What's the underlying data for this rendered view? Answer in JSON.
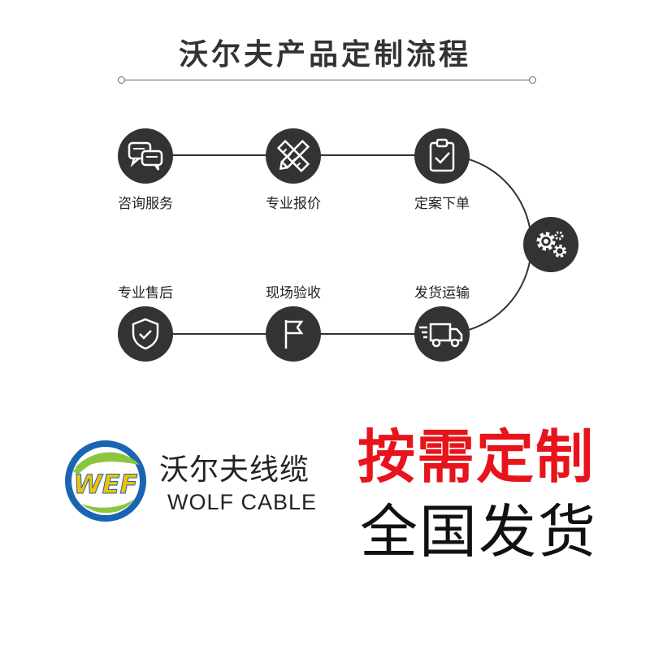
{
  "title": "沃尔夫产品定制流程",
  "steps": [
    {
      "label": "咨询服务",
      "icon": "chat-bubbles-icon"
    },
    {
      "label": "专业报价",
      "icon": "pencil-ruler-icon"
    },
    {
      "label": "定案下单",
      "icon": "clipboard-check-icon"
    },
    {
      "label": "",
      "icon": "gears-icon"
    },
    {
      "label": "发货运输",
      "icon": "delivery-truck-icon"
    },
    {
      "label": "现场验收",
      "icon": "flag-icon"
    },
    {
      "label": "专业售后",
      "icon": "shield-check-icon"
    }
  ],
  "brand": {
    "name_cn": "沃尔夫线缆",
    "name_en": "WOLF CABLE",
    "logo_text": "WEF",
    "colors": {
      "blue": "#1a64b4",
      "green": "#8cc63f",
      "yellow": "#f2c200"
    }
  },
  "slogans": {
    "line1": "按需定制",
    "line2": "全国发货"
  },
  "colors": {
    "circle": "#333333",
    "line": "#333333",
    "accent_red": "#e8141b"
  }
}
